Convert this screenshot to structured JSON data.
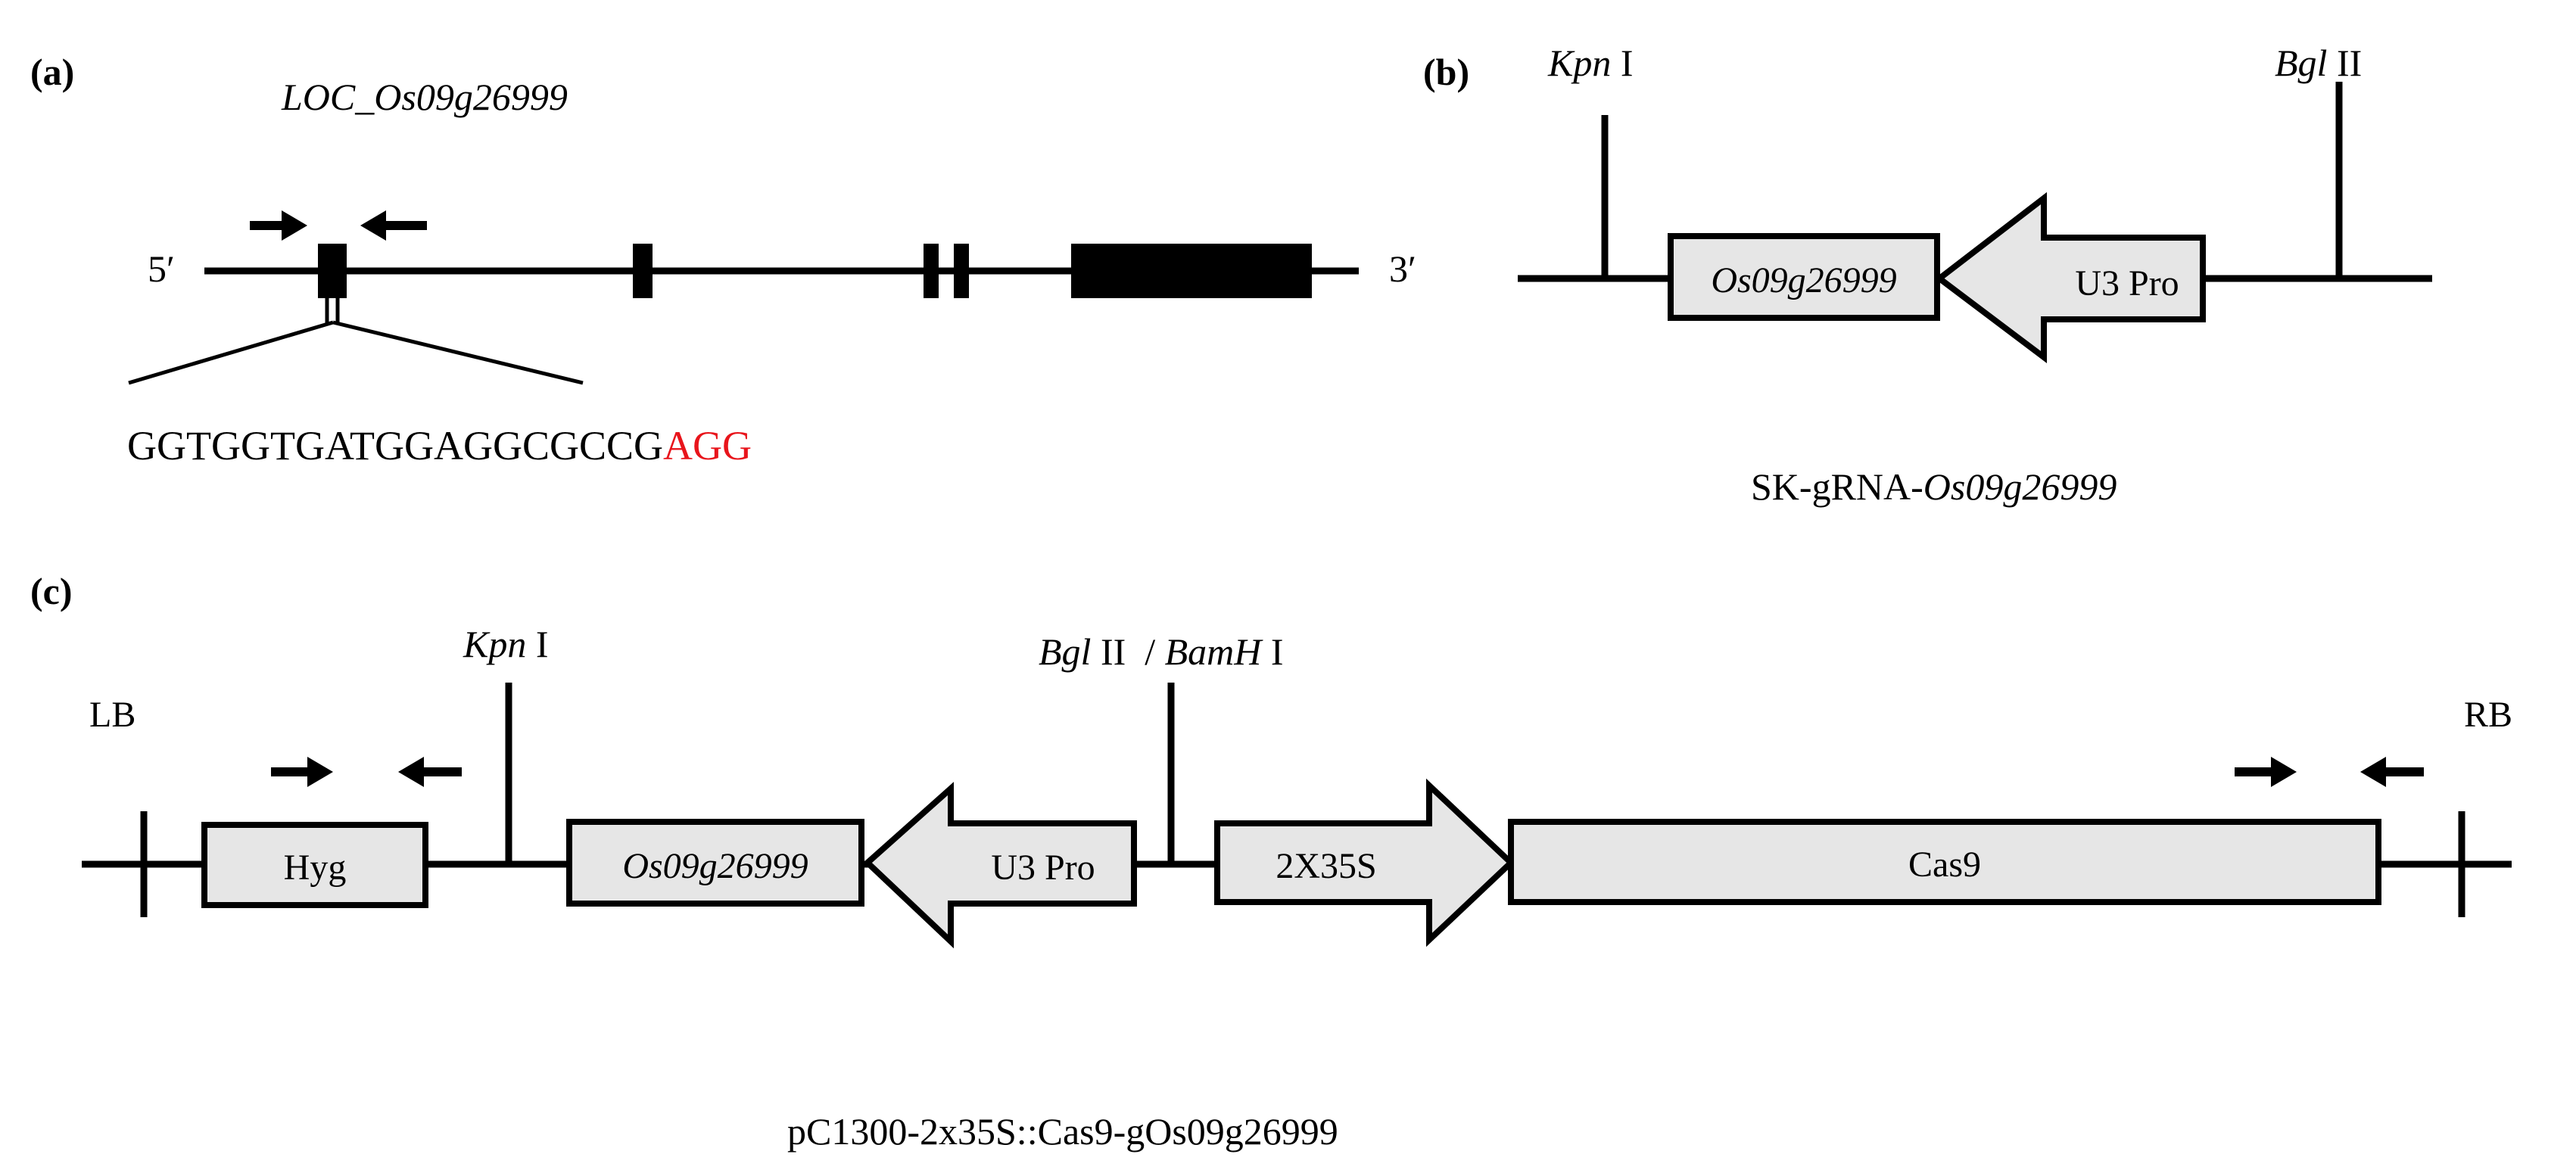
{
  "panel_a": {
    "label": "(a)",
    "gene_name": "LOC_Os09g26999",
    "five_prime": "5′",
    "three_prime": "3′",
    "sequence_main": "GGTGGTGATGGAGGCGCCG",
    "sequence_pam": "AGG",
    "pam_color": "#e8141b"
  },
  "panel_b": {
    "label": "(b)",
    "site_left_italic": "Kpn",
    "site_left_roman": " I",
    "site_right_italic": "Bgl",
    "site_right_roman": " II",
    "box_gene": "Os09g26999",
    "arrow_promoter": "U3 Pro",
    "construct_prefix": "SK-gRNA-",
    "construct_gene": "Os09g26999"
  },
  "panel_c": {
    "label": "(c)",
    "left_border": "LB",
    "right_border": "RB",
    "site_kpn_italic": "Kpn",
    "site_kpn_roman": " I",
    "site_bgl_italic": "Bgl",
    "site_bgl_roman": " II  / ",
    "site_bamh_italic": "BamH",
    "site_bamh_roman": " I",
    "box_hyg": "Hyg",
    "box_gene": "Os09g26999",
    "arrow_u3": "U3 Pro",
    "arrow_35s": "2X35S",
    "box_cas9": "Cas9",
    "construct_name": "pC1300-2x35S::Cas9-gOs09g26999"
  },
  "colors": {
    "box_fill": "#e6e6e6",
    "line": "#000000"
  }
}
